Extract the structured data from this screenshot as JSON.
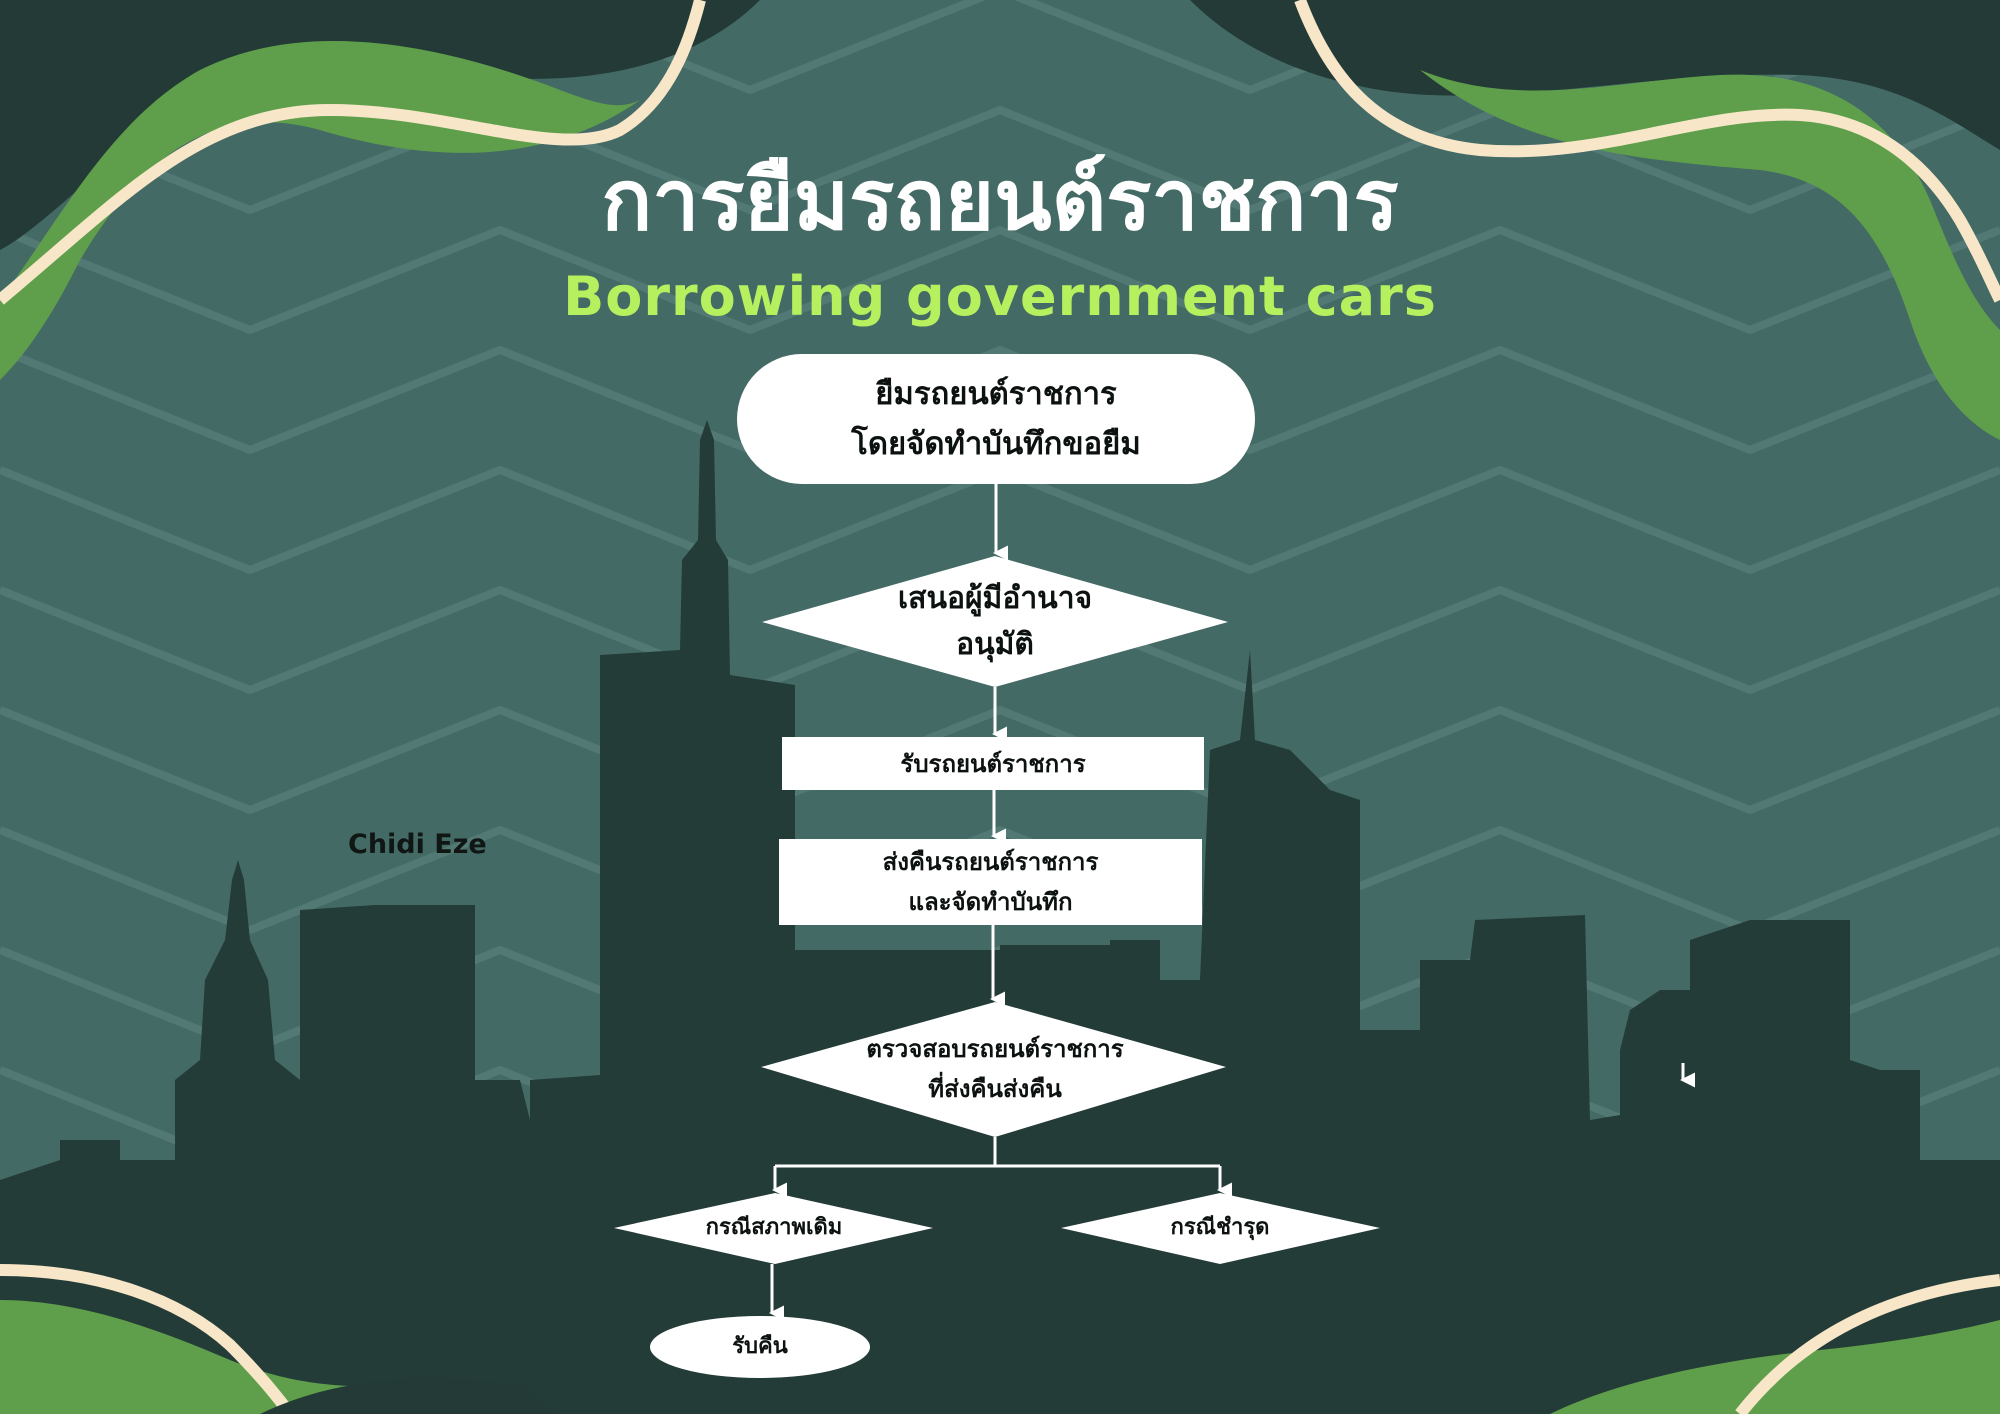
{
  "title_th": "การยืมรถยนต์ราชการ",
  "title_en": "Borrowing government cars",
  "author": "Chidi Eze",
  "colors": {
    "background": "#446a66",
    "dark_blob": "#233a36",
    "green_blob": "#5f9f4b",
    "cream_line": "#f7e6c8",
    "subtitle": "#b6f05e",
    "node_fill": "#ffffff",
    "connector": "#ffffff"
  },
  "nodes": {
    "start": "ยืมรถยนต์ราชการ\nโดยจัดทำบันทึกขอยืม",
    "approve": "เสนอผู้มีอำนาจ\nอนุมัติ",
    "receive": "รับรถยนต์ราชการ",
    "return": "ส่งคืนรถยนต์ราชการ\nและจัดทำบันทึก",
    "inspect": "ตรวจสอบรถยนต์ราชการ\nที่ส่งคืนส่งคืน",
    "case_original": "กรณีสภาพเดิม",
    "case_damaged": "กรณีชำรุด",
    "accept": "รับคืน"
  },
  "icons": {
    "stray_arrow": "arrow-down-icon"
  }
}
